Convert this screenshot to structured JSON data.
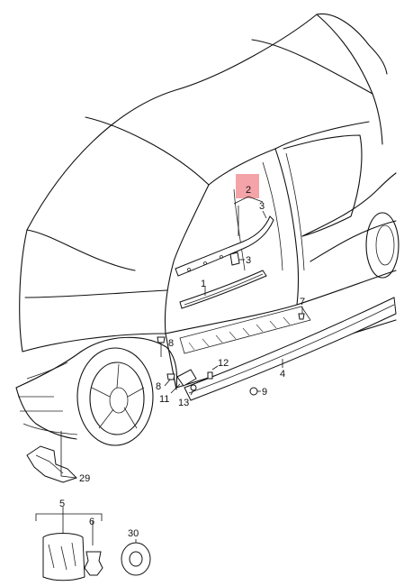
{
  "labels": {
    "l1": "1",
    "l2": "2",
    "l3a": "3",
    "l3b": "3",
    "l4": "4",
    "l5": "5",
    "l6": "6",
    "l7": "7",
    "l8a": "8",
    "l8b": "8",
    "l9": "9",
    "l11": "11",
    "l12": "12",
    "l13": "13",
    "l29": "29",
    "l30": "30"
  },
  "colors": {
    "highlight": "#f4a3a8",
    "line": "#111111",
    "background": "#ffffff"
  }
}
